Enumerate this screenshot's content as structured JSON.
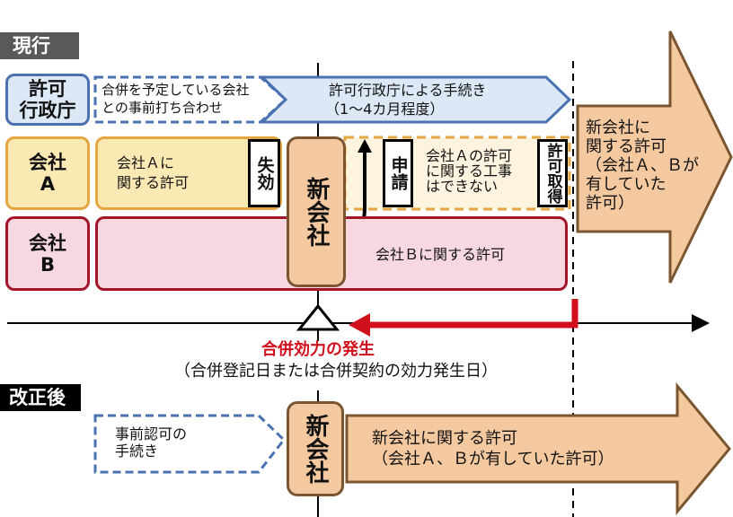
{
  "sections": {
    "current_label": "現行",
    "revised_label": "改正後"
  },
  "current": {
    "rows": {
      "gov": {
        "label_line1": "許可",
        "label_line2": "行政庁"
      },
      "company_a": {
        "label_line1": "会社",
        "label_line2": "A"
      },
      "company_b": {
        "label_line1": "会社",
        "label_line2": "B"
      }
    },
    "pre_consultation": {
      "line1": "合併を予定している会社",
      "line2": "との事前打ち合わせ"
    },
    "gov_procedure": {
      "line1": "許可行政庁による手続き",
      "line2": "（1～4カ月程度）"
    },
    "company_a_permit": {
      "line1": "会社Ａに",
      "line2": "関する許可"
    },
    "expired_box": "失効",
    "new_company": "新会社",
    "application_box": "申請",
    "no_work": {
      "line1": "会社Ａの許可",
      "line2": "に関する工事",
      "line3": "はできない"
    },
    "permit_obtained_box": "許可取得",
    "company_b_permit": "会社Ｂに関する許可",
    "result_arrow": {
      "line1": "新会社に",
      "line2": "関する許可",
      "line3": "（会社Ａ、Ｂが",
      "line4": "有していた",
      "line5": "許可）"
    }
  },
  "timeline": {
    "event_title": "合併効力の発生",
    "event_subtitle": "（合併登記日または合併契約の効力発生日）"
  },
  "revised": {
    "prior_approval": {
      "line1": "事前認可の",
      "line2": "手続き"
    },
    "new_company": "新会社",
    "result_arrow": {
      "line1": "新会社に関する許可",
      "line2": "（会社Ａ、Ｂが有していた許可）"
    }
  },
  "colors": {
    "gov_blue": "#4a72b0",
    "gov_fill": "#dde8f6",
    "company_a_orange": "#e3a640",
    "company_a_fill": "#fbe9b4",
    "company_b_red": "#a3162a",
    "company_b_fill": "#f8d8e0",
    "new_company_fill": "#f4c9a0",
    "new_company_border": "#7a5530",
    "event_red": "#d0101c"
  }
}
